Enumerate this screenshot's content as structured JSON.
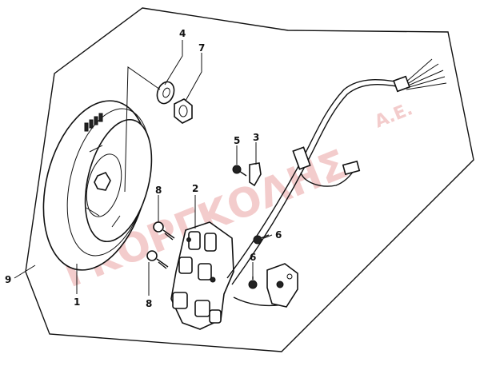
{
  "watermark": {
    "brand": "ΓΚΟΡΓΚΟΛΗΣ",
    "suffix": "Α.Ε."
  },
  "callouts": [
    {
      "id": "1",
      "text": "1"
    },
    {
      "id": "2",
      "text": "2"
    },
    {
      "id": "3",
      "text": "3"
    },
    {
      "id": "4",
      "text": "4"
    },
    {
      "id": "5",
      "text": "5"
    },
    {
      "id": "6a",
      "text": "6"
    },
    {
      "id": "6b",
      "text": "6"
    },
    {
      "id": "7",
      "text": "7"
    },
    {
      "id": "8a",
      "text": "8"
    },
    {
      "id": "8b",
      "text": "8"
    },
    {
      "id": "9",
      "text": "9"
    }
  ],
  "colors": {
    "line": "#111111",
    "watermark": "#e9a3a3",
    "background": "#ffffff"
  }
}
